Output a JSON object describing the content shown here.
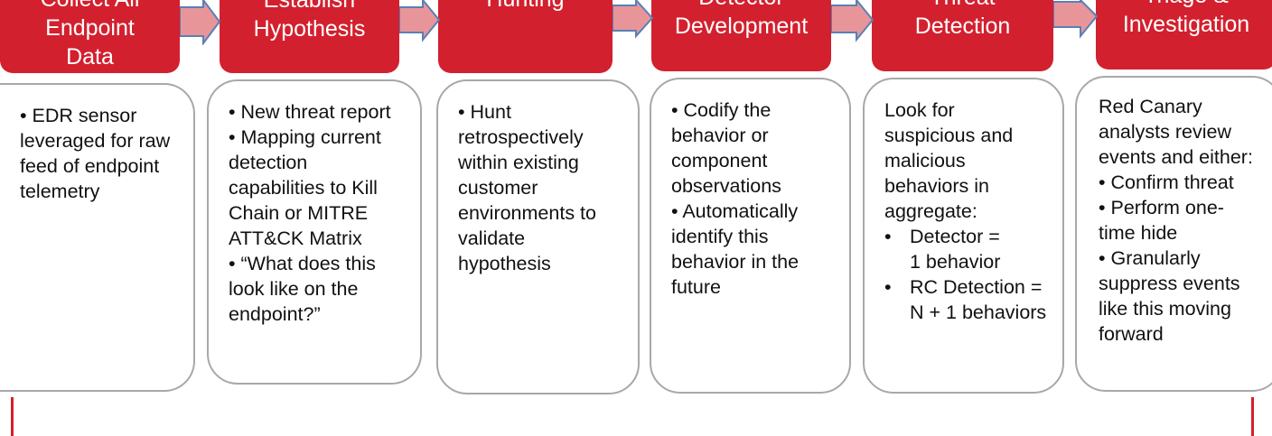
{
  "steps": [
    {
      "title_lines": [
        "Collect All",
        "Endpoint",
        "Data"
      ],
      "lines": [
        "• EDR sensor",
        "leveraged for raw",
        "feed of endpoint",
        "telemetry"
      ]
    },
    {
      "title_lines": [
        "Establish",
        "Hypothesis"
      ],
      "lines": [
        "• New threat report",
        "• Mapping current",
        "detection",
        "capabilities to Kill",
        "Chain or MITRE",
        "ATT&CK Matrix",
        "• “What does this",
        "look like on the",
        "endpoint?”"
      ]
    },
    {
      "title_lines": [
        "Hunting"
      ],
      "lines": [
        "• Hunt",
        "retrospectively",
        "within existing",
        "customer",
        "environments to",
        "validate",
        "hypothesis"
      ]
    },
    {
      "title_lines": [
        "Detector",
        "Development"
      ],
      "lines": [
        "• Codify the",
        "behavior or",
        "component",
        "observations",
        "• Automatically",
        "identify this",
        "behavior in the",
        "future"
      ]
    },
    {
      "title_lines": [
        "Threat",
        "Detection"
      ],
      "lines": [
        "Look for",
        "suspicious and",
        "malicious",
        "behaviors in",
        "aggregate:"
      ],
      "sub_lines": [
        {
          "bullet": "•",
          "text": "Detector ="
        },
        {
          "bullet": "",
          "text": "1 behavior"
        },
        {
          "bullet": "•",
          "text": "RC Detection ="
        },
        {
          "bullet": "",
          "text": "N + 1 behaviors"
        }
      ]
    },
    {
      "title_lines": [
        "Triage &",
        "Investigation"
      ],
      "lines": [
        "Red Canary",
        "analysts review",
        "events and either:",
        "• Confirm threat",
        "• Perform one-",
        "time hide",
        "• Granularly",
        "suppress events",
        "like this moving",
        "forward"
      ]
    }
  ],
  "colors": {
    "header": "#d3202e",
    "arrow_fill": "#e8959a",
    "arrow_stroke": "#5a7fb5",
    "box_border": "#a8a8a8"
  }
}
